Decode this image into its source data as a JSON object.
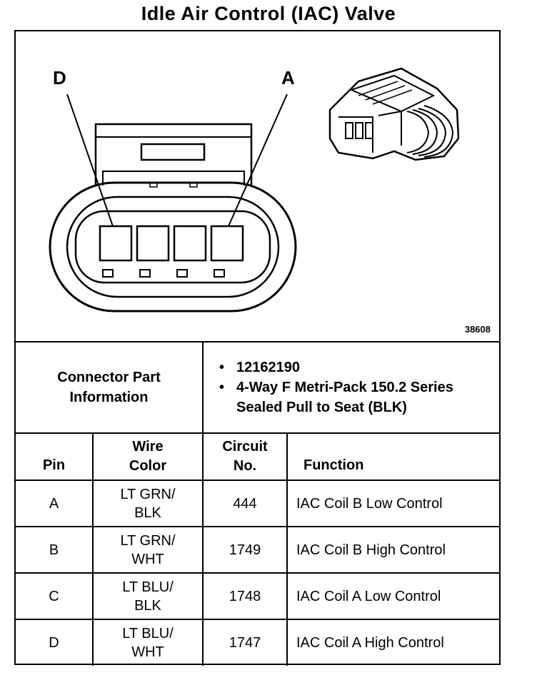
{
  "title": "Idle Air Control (IAC) Valve",
  "diagram": {
    "pin_labels": {
      "left": "D",
      "right": "A"
    },
    "figure_number": "38608"
  },
  "connector_info": {
    "label_line1": "Connector Part",
    "label_line2": "Information",
    "items": [
      "12162190",
      "4-Way F Metri-Pack 150.2 Series Sealed Pull to Seat (BLK)"
    ]
  },
  "table": {
    "headers": {
      "pin": "Pin",
      "wire_color_line1": "Wire",
      "wire_color_line2": "Color",
      "circuit_line1": "Circuit",
      "circuit_line2": "No.",
      "function": "Function"
    },
    "rows": [
      {
        "pin": "A",
        "wire_line1": "LT GRN/",
        "wire_line2": "BLK",
        "circuit": "444",
        "function": "IAC Coil B Low Control"
      },
      {
        "pin": "B",
        "wire_line1": "LT GRN/",
        "wire_line2": "WHT",
        "circuit": "1749",
        "function": "IAC Coil B High Control"
      },
      {
        "pin": "C",
        "wire_line1": "LT BLU/",
        "wire_line2": "BLK",
        "circuit": "1748",
        "function": "IAC Coil A Low Control"
      },
      {
        "pin": "D",
        "wire_line1": "LT BLU/",
        "wire_line2": "WHT",
        "circuit": "1747",
        "function": "IAC Coil A High Control"
      }
    ]
  }
}
